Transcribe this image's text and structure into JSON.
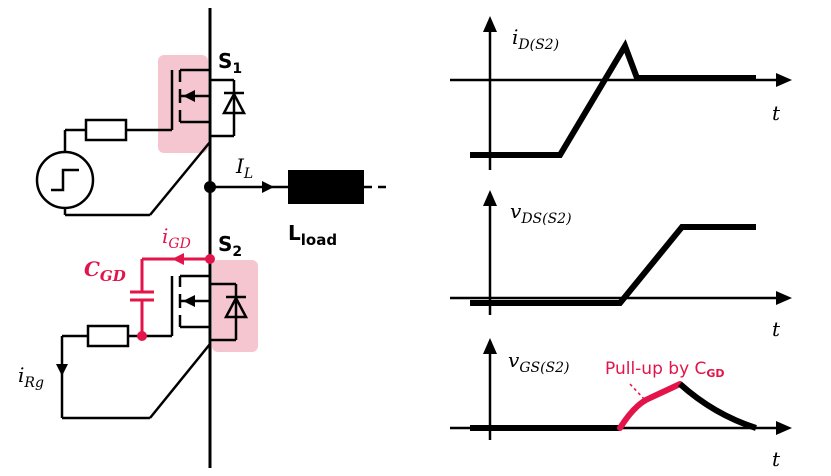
{
  "colors": {
    "wire": "#000000",
    "highlight_fill": "#f6c6d0",
    "parasitic": "#e2144a"
  },
  "circuit": {
    "s1": {
      "main": "S",
      "sub": "1"
    },
    "s2": {
      "main": "S",
      "sub": "2"
    },
    "il": {
      "main": "I",
      "sub": "L"
    },
    "load": {
      "main": "L",
      "sub": "load"
    },
    "igd": {
      "main": "i",
      "sub": "GD"
    },
    "cgd": {
      "main": "C",
      "sub": "GD"
    },
    "irg": {
      "main": "i",
      "sub": "Rg"
    },
    "source_icon": "step-voltage-source-icon"
  },
  "waveforms": {
    "id": {
      "main": "i",
      "sub": "D(S2)"
    },
    "vds": {
      "main": "v",
      "sub": "DS(S2)"
    },
    "vgs": {
      "main": "v",
      "sub": "GS(S2)"
    },
    "t_label": "t",
    "annotation": {
      "main": "Pull-up by C",
      "sub": "GD"
    }
  }
}
